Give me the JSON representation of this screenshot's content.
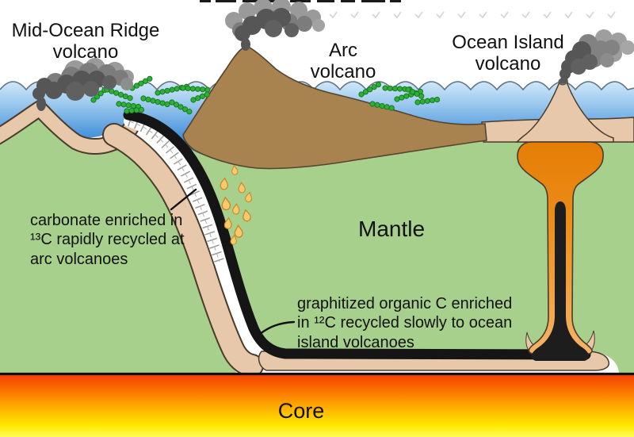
{
  "diagram": {
    "labels": {
      "mid_ocean_ridge": {
        "line1": "Mid-Ocean Ridge",
        "line2": "volcano"
      },
      "arc": {
        "line1": "Arc",
        "line2": "volcano"
      },
      "ocean_island": {
        "line1": "Ocean Island",
        "line2": "volcano"
      },
      "mantle": "Mantle",
      "core": "Core"
    },
    "annotations": {
      "carbonate": {
        "line1": "carbonate enriched in",
        "line2": "¹³C rapidly recycled at",
        "line3": "arc volcanoes"
      },
      "graphitized": {
        "line1": "graphitized organic C enriched",
        "line2": "in ¹²C recycled slowly to ocean",
        "line3": "island volcanoes"
      }
    },
    "colors": {
      "mantle_green": "#a8d08d",
      "crust_tan": "#e8c8aa",
      "volcano_brown": "#a8824f",
      "water_deep": "#1767c5",
      "plume_orange": "#e8860e",
      "core_red": "#f54100",
      "core_yellow": "#ffff5e",
      "microbe_green": "#2fae3a",
      "droplet_yellow": "#f8c96f",
      "smoke_gray": "#565656"
    }
  }
}
